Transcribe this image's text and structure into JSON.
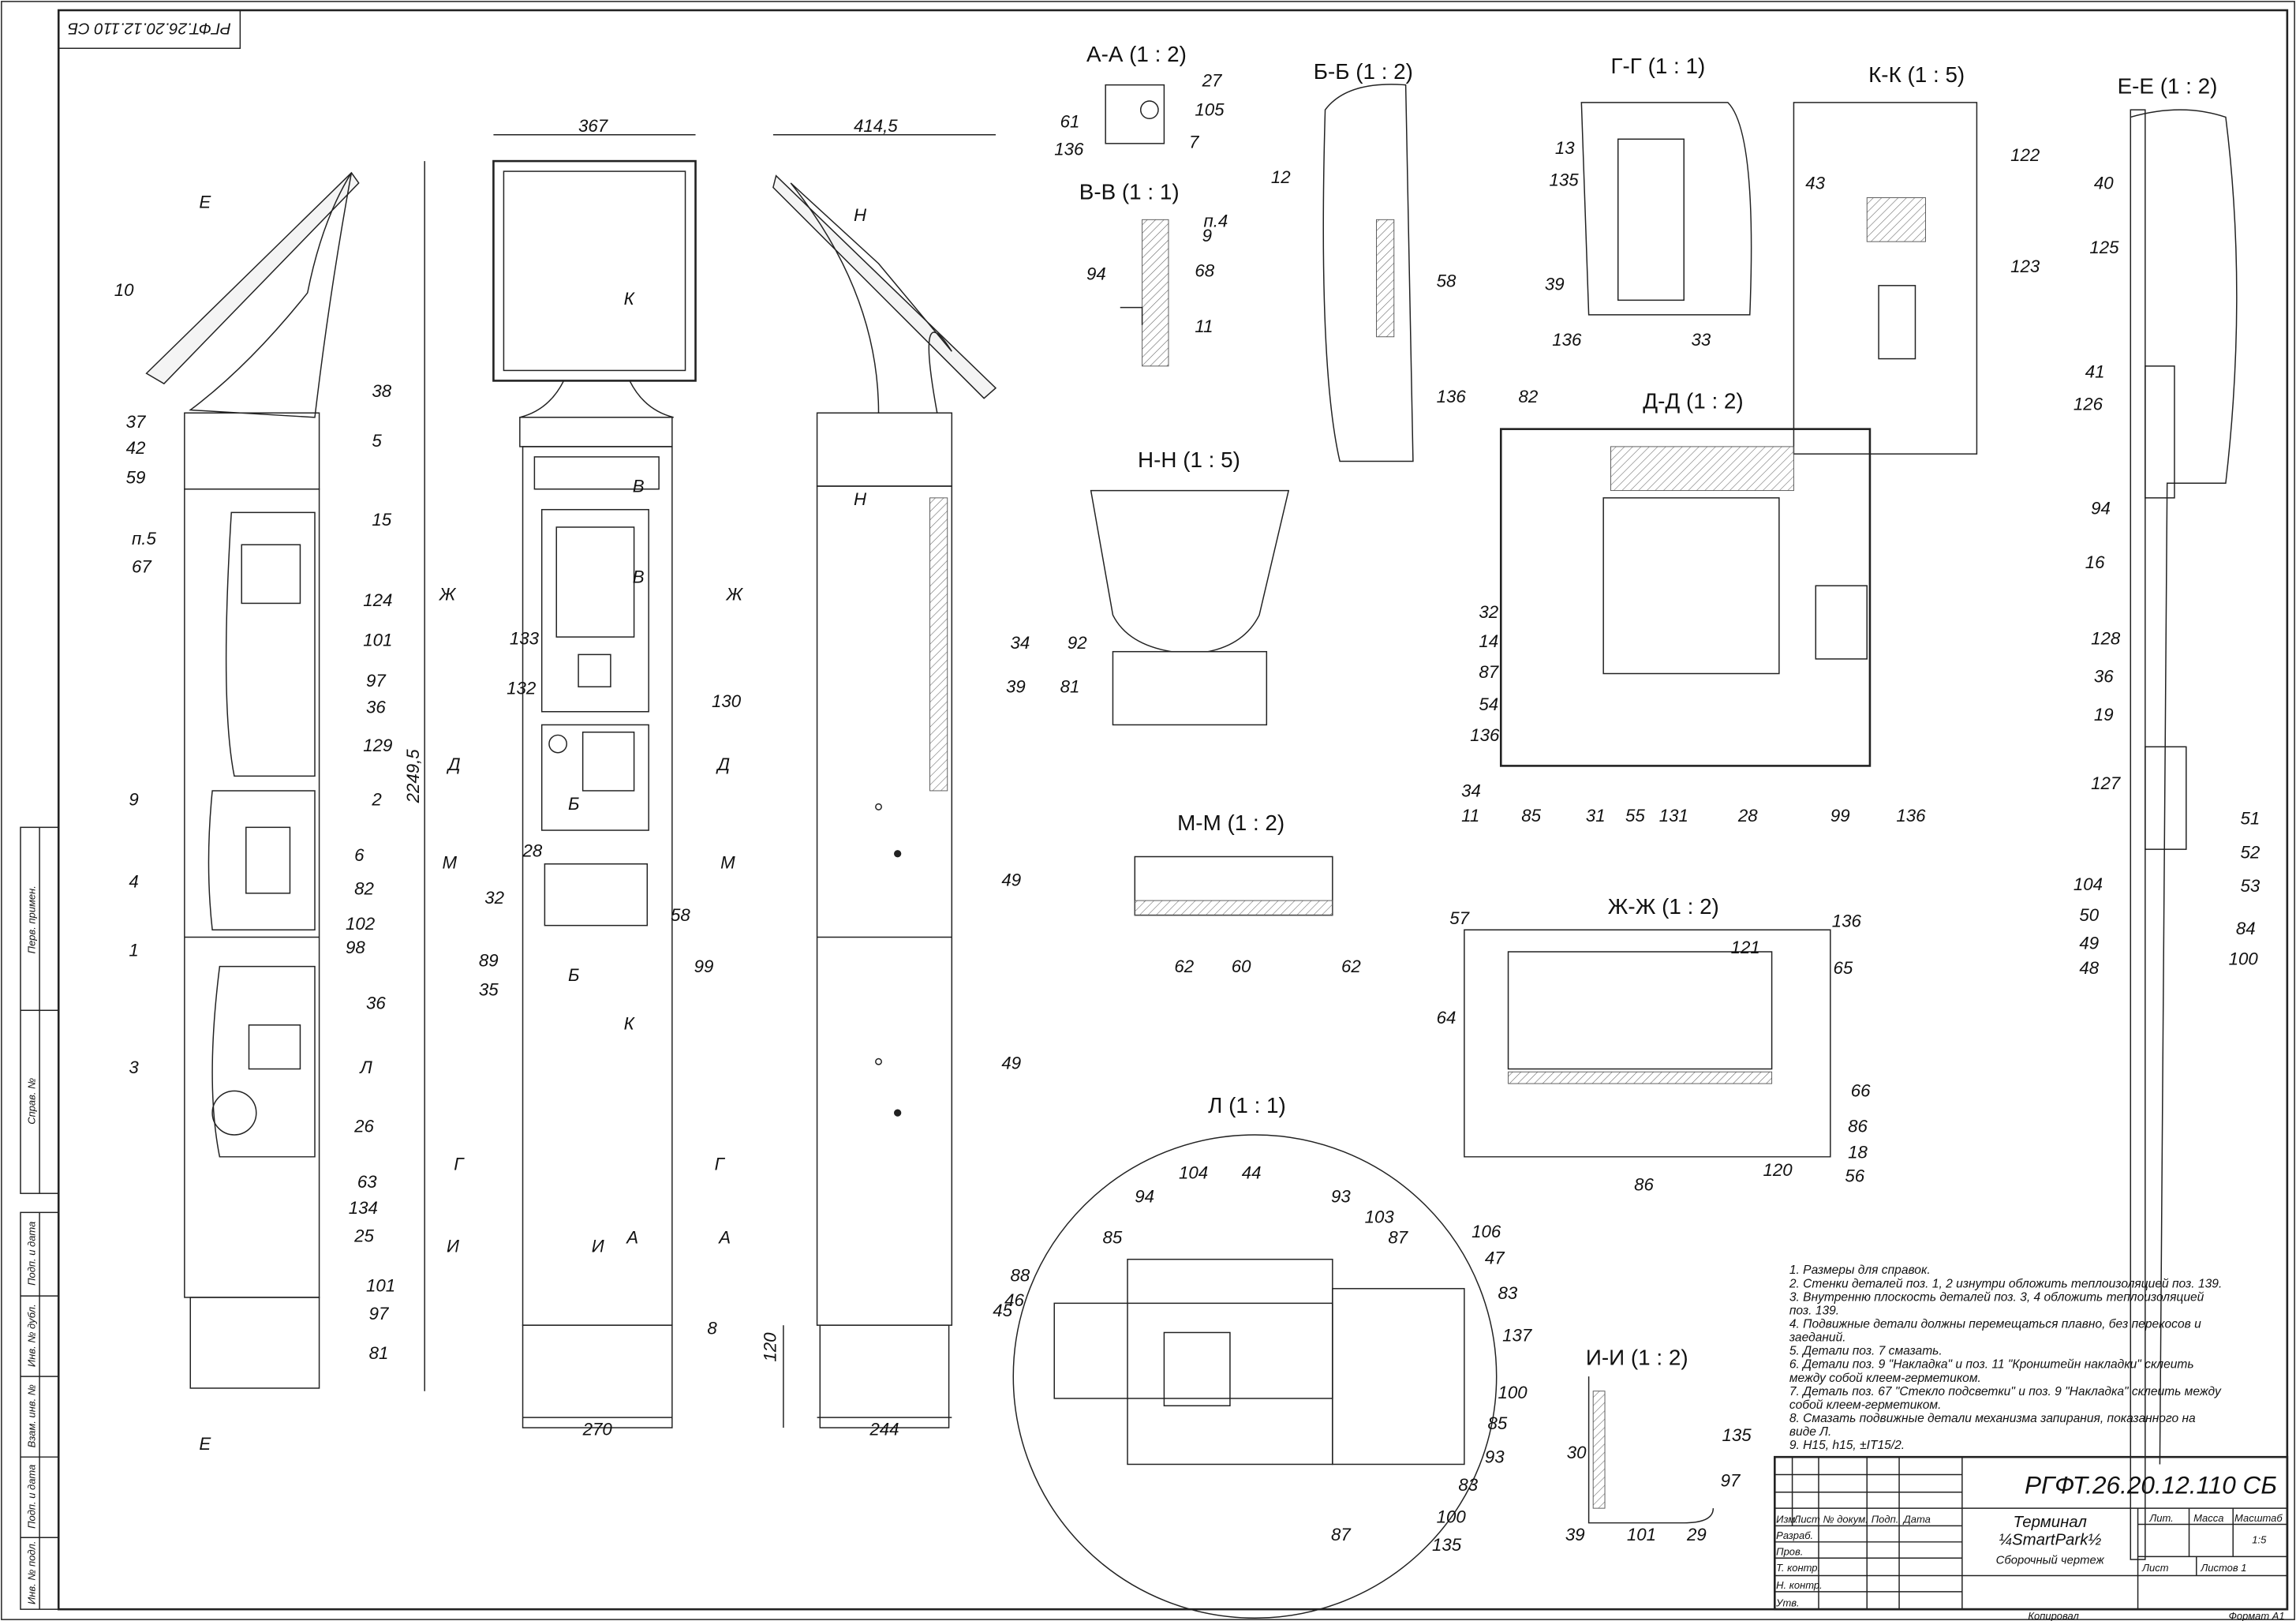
{
  "sheet": {
    "doc_number": "РГФТ.26.20.12.110 СБ",
    "doc_number_rotated": "РГФТ.26.20.12.110 СБ",
    "side_stamps": [
      "Перв. примен.",
      "Справ. №",
      "Подп. и дата",
      "Инв. № дубл.",
      "Взам. инв. №",
      "Подп. и дата",
      "Инв. № подл."
    ],
    "footer": {
      "copied": "Копировал",
      "format": "Формат А1"
    }
  },
  "dimensions": {
    "front_width_top": "367",
    "side_width_top": "414,5",
    "height": "2249,5",
    "front_width_bottom": "270",
    "side_width_bottom": "244",
    "base_height": "120"
  },
  "views": [
    {
      "id": "left",
      "title": "",
      "labels": [
        "10",
        "37",
        "42",
        "59",
        "п.5",
        "67",
        "38",
        "5",
        "15",
        "124",
        "101",
        "97",
        "36",
        "129",
        "2",
        "9",
        "4",
        "6",
        "82",
        "102",
        "98",
        "1",
        "3",
        "36",
        "Л",
        "26",
        "63",
        "134",
        "25",
        "101",
        "97",
        "81",
        "Е",
        "Е"
      ]
    },
    {
      "id": "front",
      "title": "",
      "labels": [
        "К",
        "В",
        "В",
        "Ж",
        "Ж",
        "133",
        "132",
        "130",
        "Д",
        "Д",
        "Б",
        "М",
        "М",
        "28",
        "32",
        "58",
        "89",
        "35",
        "Б",
        "99",
        "К",
        "Г",
        "Г",
        "И",
        "И",
        "А",
        "А",
        "8"
      ]
    },
    {
      "id": "side",
      "title": "",
      "labels": [
        "Н",
        "Н",
        "34",
        "39",
        "49",
        "49"
      ]
    },
    {
      "id": "aa",
      "title": "А-А (1 : 2)",
      "labels": [
        "61",
        "136",
        "27",
        "105",
        "7"
      ]
    },
    {
      "id": "vv",
      "title": "В-В (1 : 1)",
      "labels": [
        "п.4",
        "9",
        "68",
        "94",
        "11"
      ]
    },
    {
      "id": "bb",
      "title": "Б-Б (1 : 2)",
      "labels": [
        "12",
        "58",
        "136"
      ]
    },
    {
      "id": "gg",
      "title": "Г-Г (1 : 1)",
      "labels": [
        "13",
        "135",
        "39",
        "136",
        "33"
      ]
    },
    {
      "id": "kk",
      "title": "К-К (1 : 5)",
      "labels": [
        "43",
        "122",
        "123"
      ]
    },
    {
      "id": "ee",
      "title": "Е-Е (1 : 2)",
      "labels": [
        "40",
        "125",
        "41",
        "126",
        "94",
        "16",
        "128",
        "36",
        "19",
        "127",
        "104",
        "51",
        "52",
        "53",
        "50",
        "49",
        "84",
        "48",
        "100"
      ]
    },
    {
      "id": "nn",
      "title": "Н-Н (1 : 5)",
      "labels": [
        "92",
        "81"
      ]
    },
    {
      "id": "dd",
      "title": "Д-Д (1 : 2)",
      "labels": [
        "82",
        "32",
        "14",
        "87",
        "54",
        "136",
        "34",
        "11",
        "85",
        "31",
        "55",
        "131",
        "28",
        "99",
        "136"
      ]
    },
    {
      "id": "mm",
      "title": "М-М (1 : 2)",
      "labels": [
        "62",
        "60",
        "62"
      ]
    },
    {
      "id": "zz",
      "title": "Ж-Ж (1 : 2)",
      "labels": [
        "57",
        "136",
        "121",
        "65",
        "64",
        "66",
        "86",
        "18",
        "56",
        "120",
        "86"
      ]
    },
    {
      "id": "l",
      "title": "Л (1 : 1)",
      "labels": [
        "104",
        "44",
        "94",
        "93",
        "103",
        "85",
        "87",
        "106",
        "47",
        "88",
        "46",
        "83",
        "45",
        "137",
        "100",
        "85",
        "93",
        "83",
        "100",
        "135",
        "87"
      ]
    },
    {
      "id": "ii",
      "title": "И-И (1 : 2)",
      "labels": [
        "135",
        "30",
        "97",
        "39",
        "101",
        "29"
      ]
    }
  ],
  "notes": [
    "1.  Размеры для справок.",
    "2.  Стенки деталей поз. 1, 2 изнутри обложить теплоизоляцией поз. 139.",
    "3.  Внутренню плоскость деталей поз. 3, 4 обложить теплоизоляцией",
    "     поз. 139.",
    "4.  Подвижные детали должны перемещаться плавно, без перекосов и",
    "     заеданий.",
    "5.  Детали поз. 7 смазать.",
    "6.  Детали поз. 9 \"Накладка\"  и поз. 11 \"Кронштейн накладки\" склеить",
    "     между собой клеем-герметиком.",
    "7.  Деталь поз. 67 \"Стекло подсветки\" и поз. 9 \"Накладка\" склеить между",
    "     собой клеем-герметиком.",
    "8.  Смазать подвижные детали механизма запирания, показанного на",
    "     виде Л.",
    "9.  H15, h15, ±IT15/2."
  ],
  "title_block": {
    "doc_number": "РГФТ.26.20.12.110 СБ",
    "name_line1": "Терминал",
    "name_line2": "¼SmartPark½",
    "doc_type": "Сборочный чертеж",
    "col_headers": [
      "Изм.",
      "Лист",
      "№ докум.",
      "Подп.",
      "Дата"
    ],
    "rows": [
      "Разраб.",
      "Пров.",
      "Т. контр.",
      "Н. контр.",
      "Утв."
    ],
    "lit": "Лит.",
    "mass": "Масса",
    "scale_label": "Масштаб",
    "scale": "1:5",
    "sheet": "Лист",
    "sheets": "Листов 1"
  }
}
